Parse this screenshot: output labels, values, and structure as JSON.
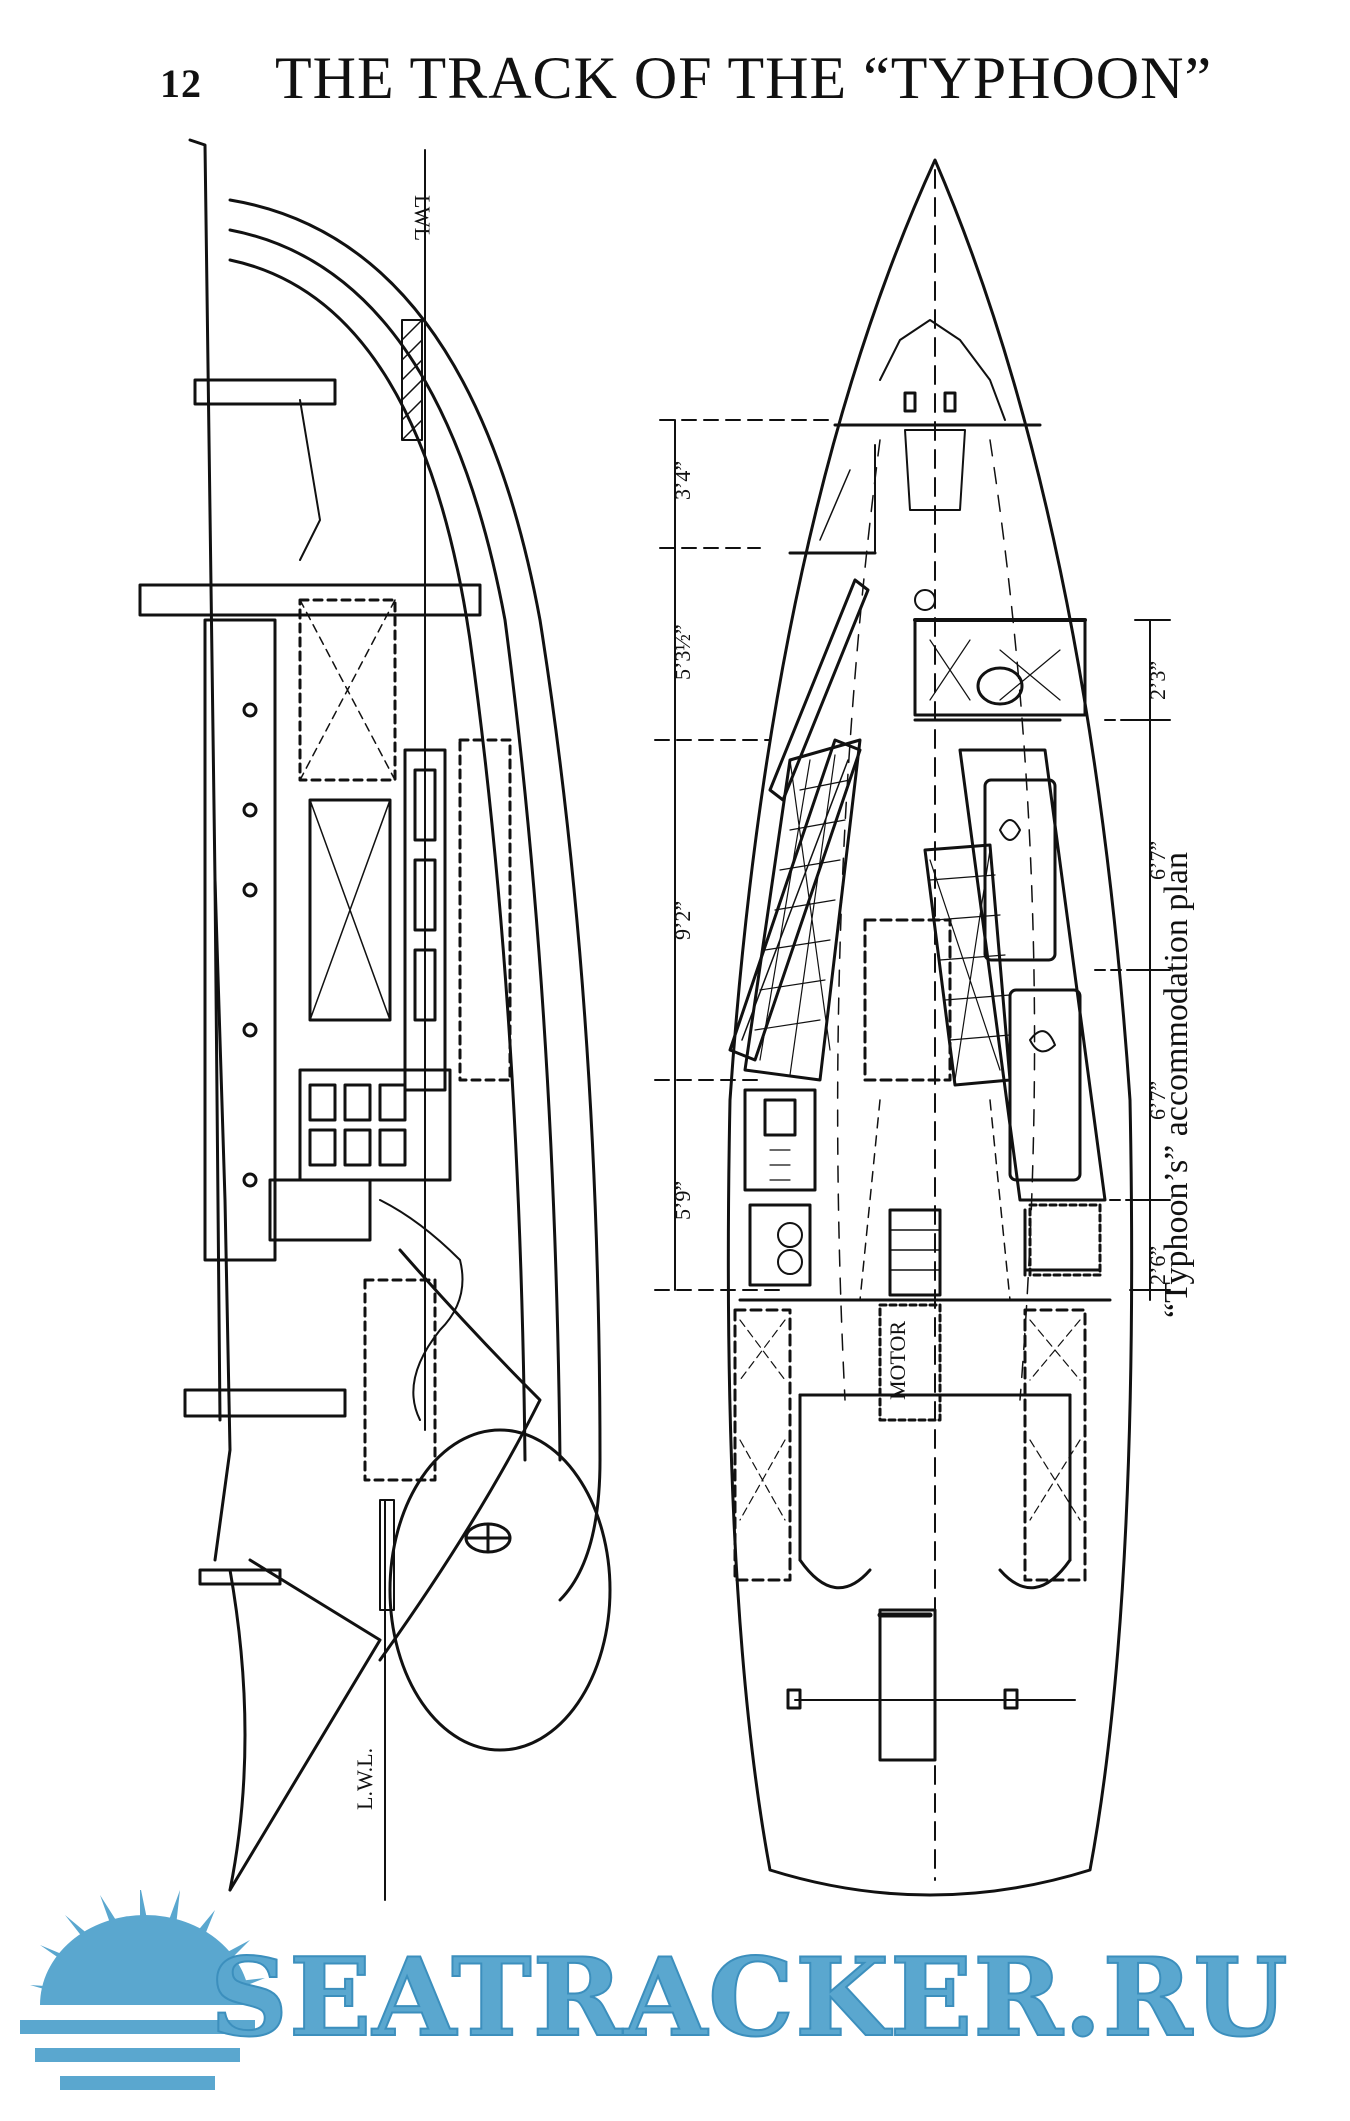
{
  "header": {
    "page_number": "12",
    "running_title": "THE TRACK OF THE “TYPHOON”"
  },
  "figure": {
    "caption": "“Typhoon’s” accommodation plan",
    "profile_labels": {
      "lwl_top": "LWL",
      "lwl_bottom": "L.W.L."
    },
    "plan_labels": {
      "motor": "MOTOR"
    },
    "dimensions_left": [
      "3’4”",
      "5’3½”",
      "9’2”",
      "5’9”"
    ],
    "dimensions_right": [
      "2’3”",
      "6’7”",
      "6’7”",
      "2’6”"
    ]
  },
  "watermark": {
    "text": "SEATRACKER.RU",
    "color": "#5aa7cf",
    "icon": "sun-icon"
  }
}
